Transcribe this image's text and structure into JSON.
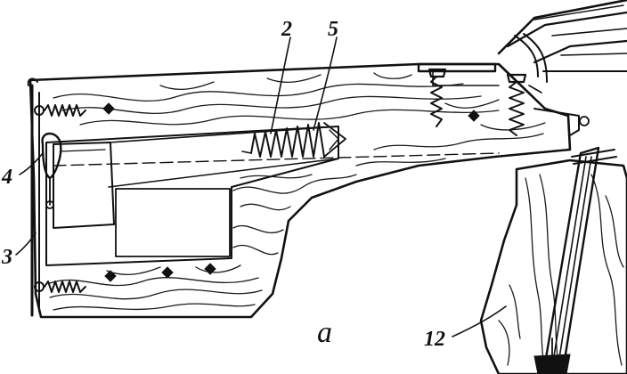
{
  "figure": {
    "caption": "a",
    "callouts": [
      {
        "id": "leader-2",
        "label": "2"
      },
      {
        "id": "leader-5",
        "label": "5"
      },
      {
        "id": "leader-4",
        "label": "4"
      },
      {
        "id": "leader-3",
        "label": "3"
      },
      {
        "id": "leader-12",
        "label": "12"
      }
    ]
  }
}
